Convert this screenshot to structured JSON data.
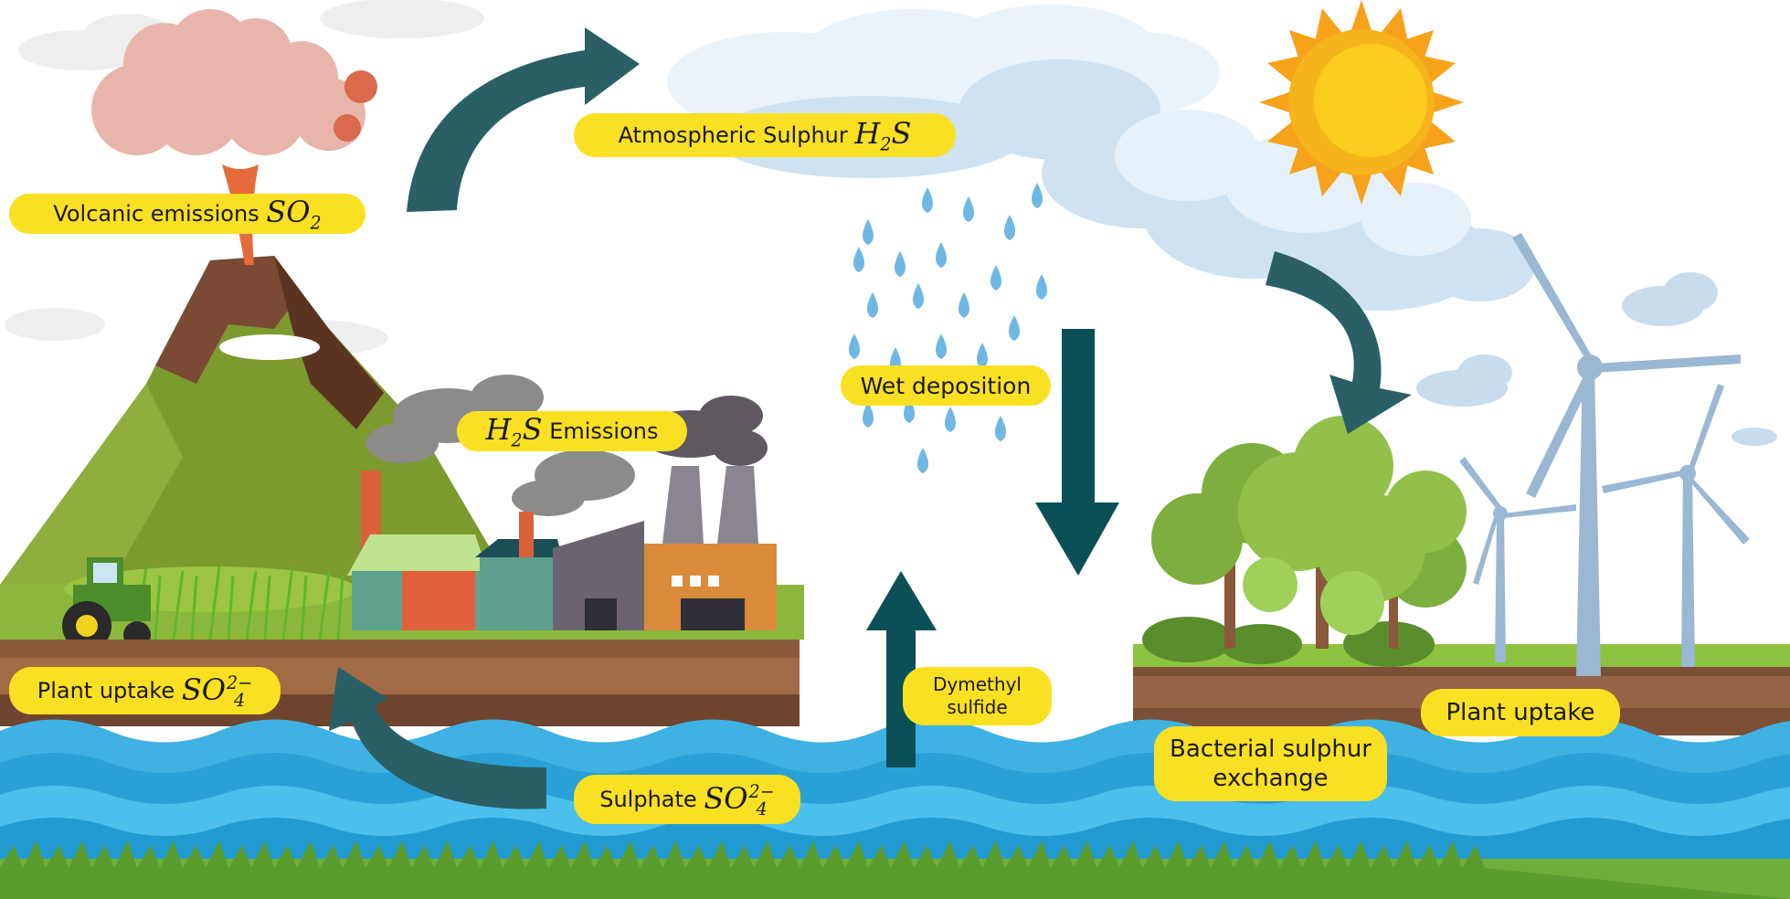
{
  "labels": {
    "volcanic": {
      "text": "Volcanic emissions",
      "formula_main": "SO",
      "formula_sub": "2"
    },
    "atmospheric": {
      "text": "Atmospheric Sulphur",
      "formula_main": "H",
      "formula_sub": "2",
      "formula_tail": "S"
    },
    "wet_deposition": {
      "text": "Wet deposition"
    },
    "h2s_emissions": {
      "formula_main": "H",
      "formula_sub": "2",
      "formula_tail": "S",
      "text": "Emissions"
    },
    "plant_uptake_left": {
      "text": "Plant uptake",
      "formula_main": "SO",
      "formula_sup": "2−",
      "formula_sub": "4"
    },
    "dymethyl": {
      "line1": "Dymethyl",
      "line2": "sulfide"
    },
    "sulphate": {
      "text": "Sulphate",
      "formula_main": "SO",
      "formula_sup": "2−",
      "formula_sub": "4"
    },
    "bacterial": {
      "line1": "Bacterial sulphur",
      "line2": "exchange"
    },
    "plant_uptake_right": {
      "text": "Plant uptake"
    }
  },
  "colors": {
    "label_fill": "#fae022",
    "arrow": "#2a5f66",
    "arrow_dark": "#0b4f57",
    "water": "#3fb2e3",
    "grass": "#6fae3a",
    "sun": "#f6b41c",
    "smoke": "#8d8a8a"
  },
  "icons": [
    "volcano-icon",
    "factory-icon",
    "tractor-icon",
    "tree-icon",
    "wind-turbine-icon",
    "sun-icon",
    "cloud-icon",
    "rain-icon"
  ]
}
